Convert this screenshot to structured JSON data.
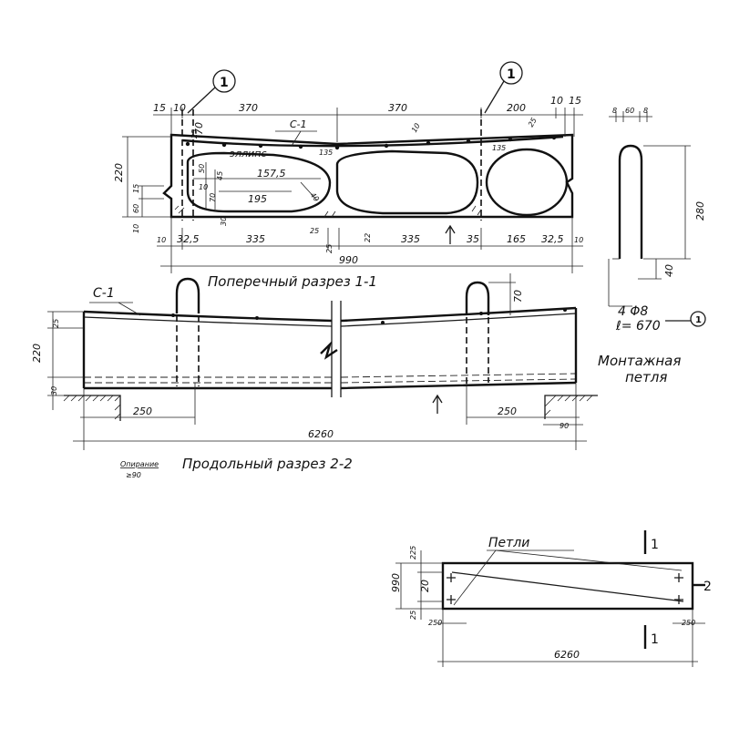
{
  "callouts": {
    "c1_a": "1",
    "c1_b": "1",
    "loop_ref": "1"
  },
  "section_11": {
    "caption": "Поперечный разрез 1-1",
    "top_dims": [
      "15",
      "10",
      "370",
      "370",
      "200",
      "10",
      "15"
    ],
    "bottom_dims": [
      "10",
      "32,5",
      "335",
      "25",
      "335",
      "35",
      "165",
      "32,5",
      "10"
    ],
    "overall_width": "990",
    "height": "220",
    "left_dims": [
      "15",
      "60",
      "10"
    ],
    "small_dims": [
      "25",
      "70",
      "50",
      "45",
      "70",
      "10",
      "30",
      "157,5",
      "195",
      "40",
      "135",
      "135",
      "10",
      "25",
      "25",
      "22"
    ],
    "rebar_label": "С-1",
    "void_label": "эллипс"
  },
  "section_22": {
    "caption": "Продольный разрез 2-2",
    "note_top": "Опирание",
    "note_bottom": "≥90",
    "rebar_label": "С-1",
    "height": "220",
    "top_cover": "25",
    "bottom_cover": "30",
    "loop_height": "70",
    "support_left": "250",
    "support_right": "250",
    "support_min": "90",
    "length": "6260"
  },
  "loop_detail": {
    "title_line1": "Монтажная",
    "title_line2": "петля",
    "top_dims": [
      "8",
      "60",
      "8"
    ],
    "height": "280",
    "tail": "40",
    "bar_spec": "4 Φ8",
    "length_spec": "ℓ= 670"
  },
  "plan": {
    "label": "Петли",
    "width": "990",
    "edge_top": "225",
    "mid": "20",
    "edge_bottom": "25",
    "support_left": "250",
    "support_right": "250",
    "length": "6260",
    "cut_1_top": "1",
    "cut_1_bottom": "1",
    "cut_2": "2"
  }
}
